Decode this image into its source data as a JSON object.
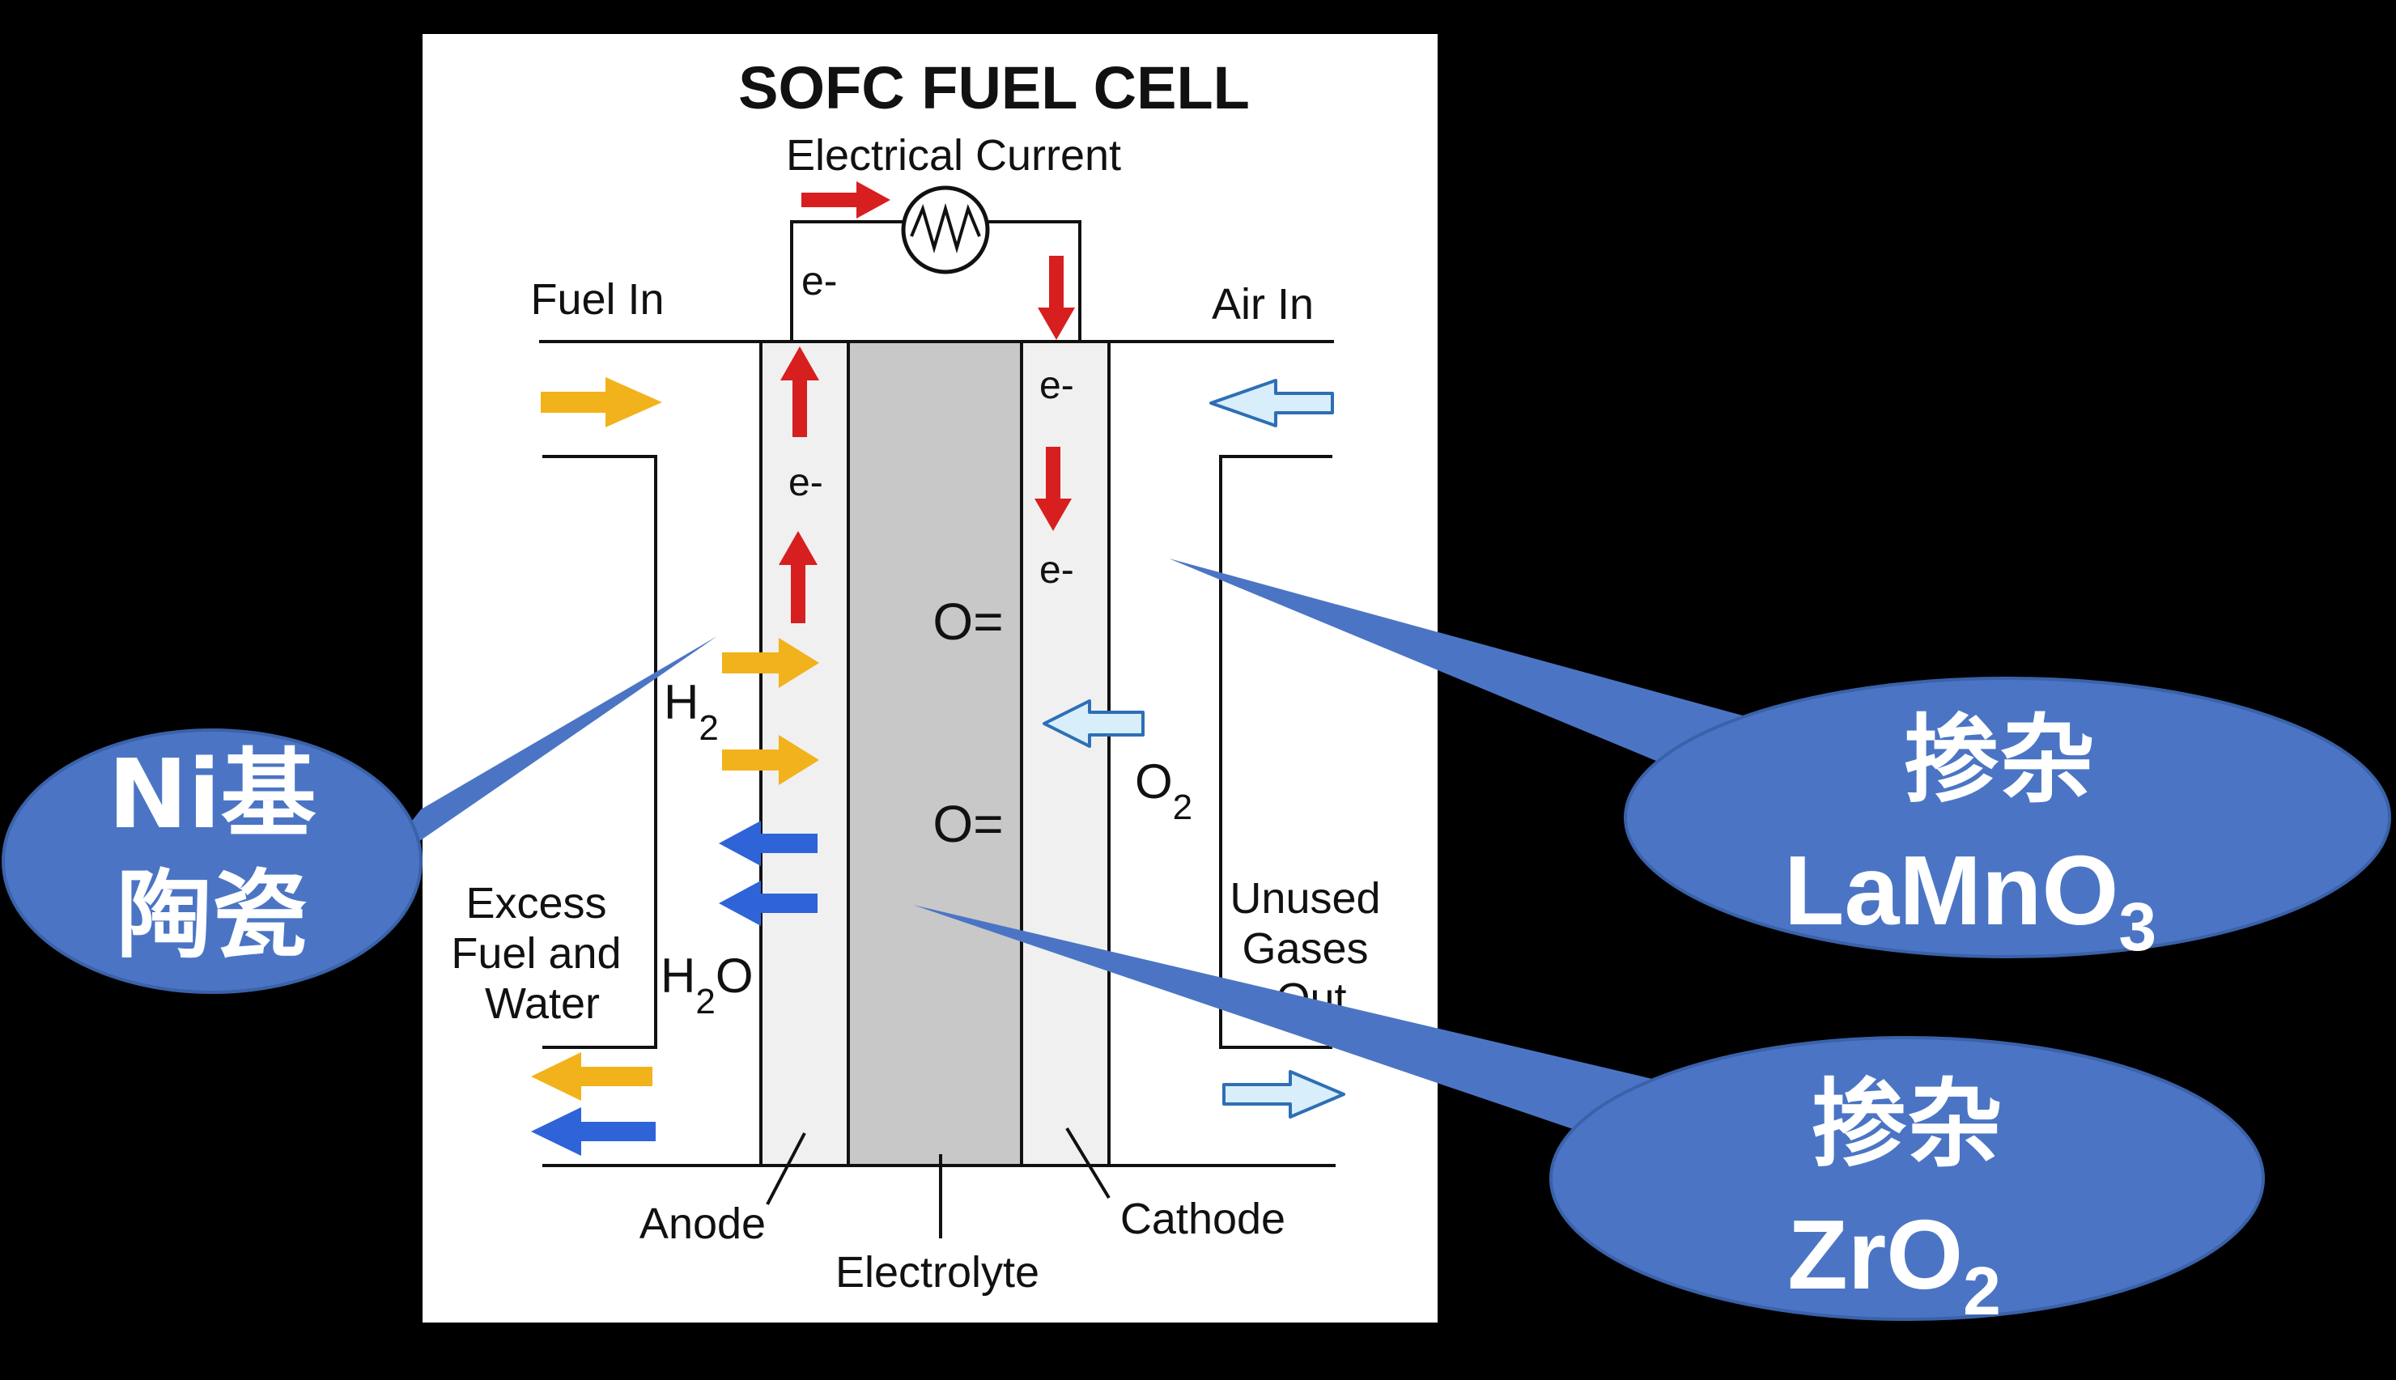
{
  "title": "SOFC FUEL CELL",
  "electrical_current_label": "Electrical Current",
  "electron_label": "e-",
  "fuel_in_label": "Fuel In",
  "air_in_label": "Air In",
  "excess_label_lines": [
    "Excess",
    "Fuel and",
    "Water"
  ],
  "unused_label_lines": [
    "Unused",
    "Gases",
    "Out"
  ],
  "h2": {
    "base": "H",
    "sub": "2"
  },
  "h2o": {
    "base": "H",
    "sub": "2",
    "tail": "O"
  },
  "o2": {
    "base": "O",
    "sub": "2"
  },
  "oxide_ion_label": "O=",
  "anode_label": "Anode",
  "electrolyte_label": "Electrolyte",
  "cathode_label": "Cathode",
  "callouts": {
    "anode": {
      "line1": "Ni基",
      "line2": "陶瓷"
    },
    "cathode": {
      "line1": "掺杂",
      "base": "LaMnO",
      "sub": "3"
    },
    "electrolyte": {
      "line1": "掺杂",
      "base": "ZrO",
      "sub": "2"
    }
  },
  "colors": {
    "background": "#000000",
    "panel": "#ffffff",
    "layer_fill": "#f0f0f0",
    "electrolyte_fill": "#c8c8c8",
    "electron_arrow": "#d71f1f",
    "fuel_arrow": "#f2b21b",
    "water_arrow": "#2f63d8",
    "air_arrow": "#d8eefa",
    "air_arrow_stroke": "#2e6fb5",
    "callout_fill": "#4b75c4",
    "callout_stroke": "#3a62aa",
    "callout_text": "#ffffff"
  },
  "icons": [
    "ammeter-icon"
  ]
}
